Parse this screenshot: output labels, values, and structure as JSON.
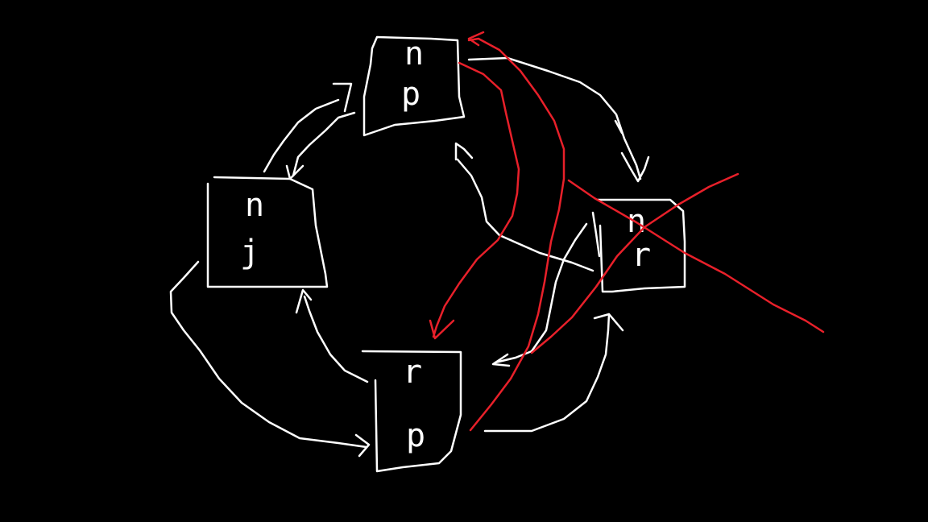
{
  "colors": {
    "background": "#000000",
    "ink": "#ffffff",
    "correction": "#e8202a"
  },
  "nodes": [
    {
      "id": "top",
      "upper": "n",
      "lower": "p"
    },
    {
      "id": "left",
      "upper": "n",
      "lower": "j"
    },
    {
      "id": "bottom",
      "upper": "r",
      "lower": "p"
    },
    {
      "id": "right",
      "upper": "n",
      "lower": "r",
      "crossed_out": true
    }
  ]
}
